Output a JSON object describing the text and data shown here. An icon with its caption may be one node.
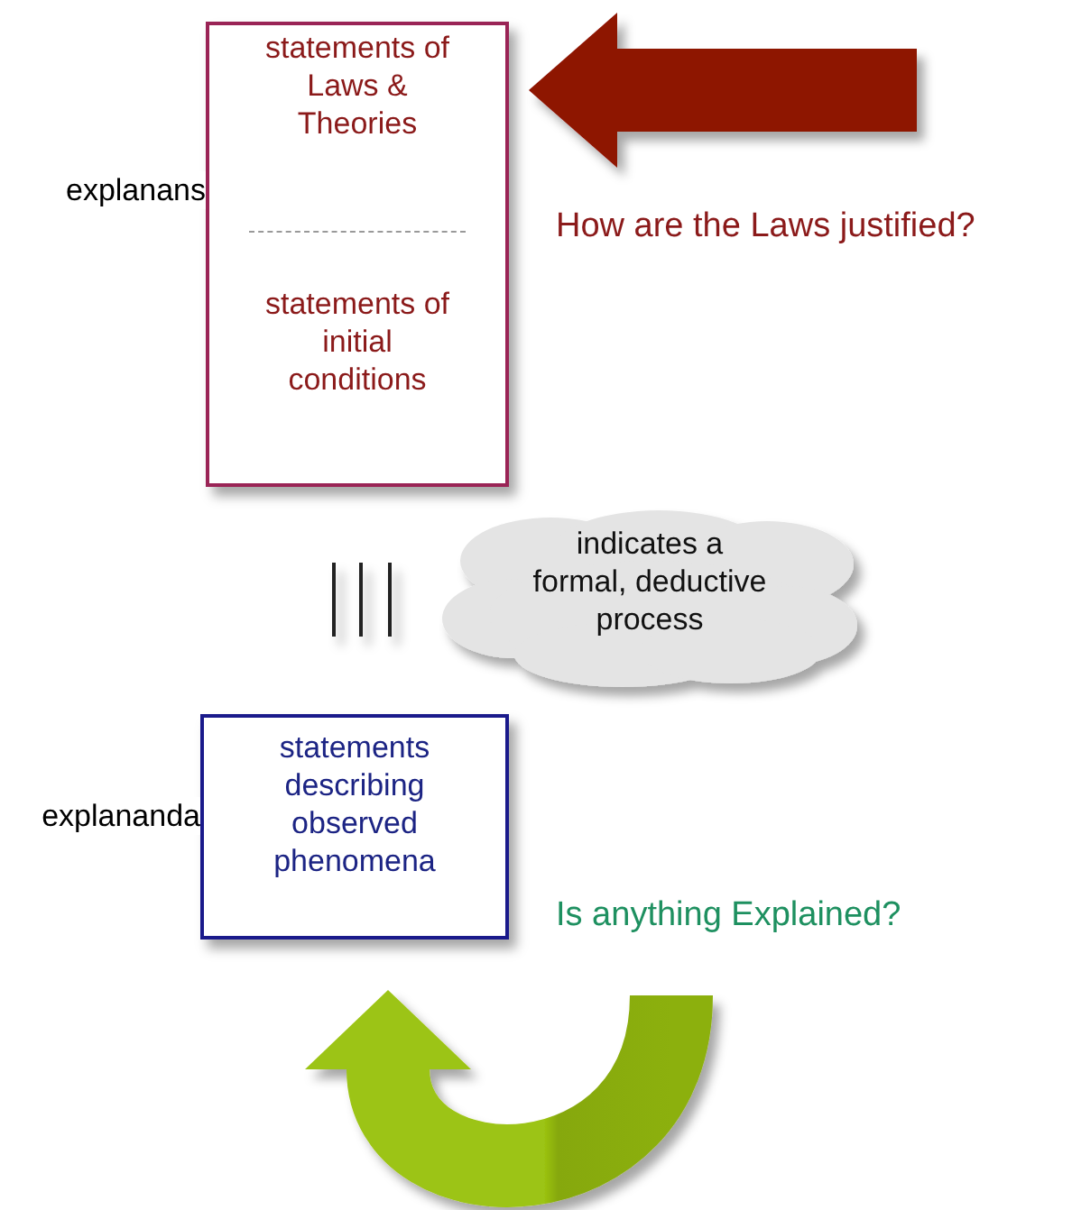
{
  "diagram": {
    "nodes": [
      {
        "text": [
          "explanans",
          "statements of Laws & Theories",
          "statements of initial conditions"
        ]
      },
      {
        "text": [
          "indicates a formal, deductive process"
        ]
      },
      {
        "text": [
          "explananda",
          "statements describing observed phenomena"
        ]
      }
    ],
    "edges": [
      {
        "from": null,
        "to": 0,
        "arrow": "to",
        "color": "#8e1200"
      },
      {
        "from": null,
        "to": 2,
        "arrow": "to",
        "color": "#9cc412"
      }
    ],
    "labels": [
      "How are the Laws justified?",
      "Is anything Explained?"
    ]
  }
}
